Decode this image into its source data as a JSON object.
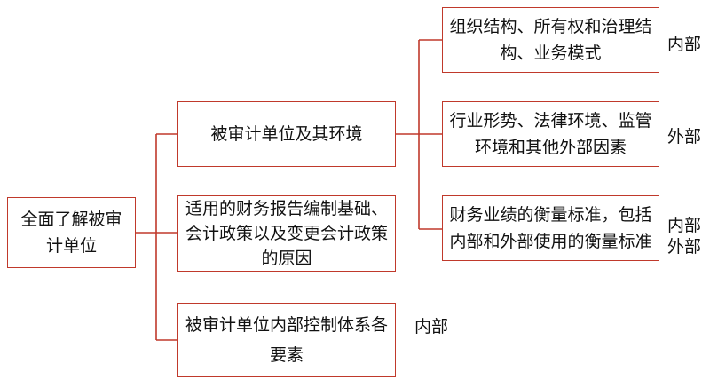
{
  "root": {
    "text": "全面了解被审计单位"
  },
  "level1": [
    {
      "text": "被审计单位及其环境"
    },
    {
      "text": "适用的财务报告编制基础、会计政策以及变更会计政策的原因"
    },
    {
      "text": "被审计单位内部控制体系各要素",
      "tag": "内部"
    }
  ],
  "level2": [
    {
      "text": "组织结构、所有权和治理结构、业务模式",
      "tag": "内部"
    },
    {
      "text": "行业形势、法律环境、监管环境和其他外部因素",
      "tag": "外部"
    },
    {
      "text": "财务业绩的衡量标准，包括内部和外部使用的衡量标准",
      "tag_line1": "内部",
      "tag_line2": "外部"
    }
  ]
}
